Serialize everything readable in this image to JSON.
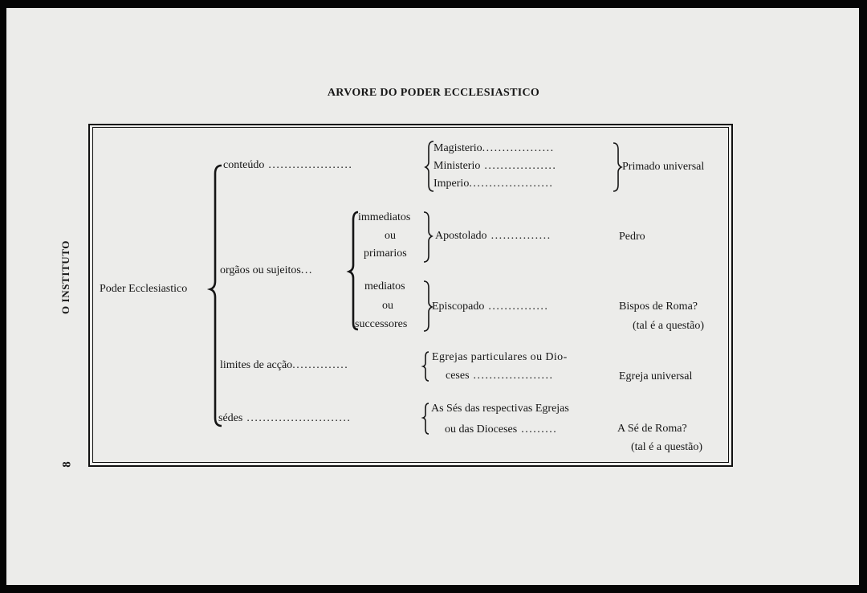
{
  "page": {
    "title": "ARVORE DO PODER ECCLESIASTICO",
    "running_head": "O INSTITUTO",
    "page_number": "8"
  },
  "tree": {
    "root": "Poder Ecclesiastico",
    "branches": {
      "conteudo": {
        "label": "conteúdo",
        "items": [
          "Magisterio",
          "Ministerio",
          "Imperio"
        ],
        "result": "Primado universal"
      },
      "orgaos": {
        "label": "orgãos ou sujeitos",
        "immediate": {
          "line1": "immediatos",
          "line2": "ou",
          "line3": "primarios",
          "office": "Apostolado",
          "result": "Pedro"
        },
        "mediate": {
          "line1": "mediatos",
          "line2": "ou",
          "line3": "successores",
          "office": "Episcopado",
          "result": "Bispos de Roma?",
          "note": "(tal é a questão)"
        }
      },
      "limites": {
        "label": "limites de acção",
        "item_line1": "Egrejas particulares ou Dio-",
        "item_line2": "ceses",
        "result": "Egreja universal"
      },
      "sedes": {
        "label": "sédes",
        "item_line1": "As Sés das respectivas Egrejas",
        "item_line2": "ou das Dioceses",
        "result": "A Sé de Roma?",
        "note": "(tal é a questão)"
      }
    }
  }
}
